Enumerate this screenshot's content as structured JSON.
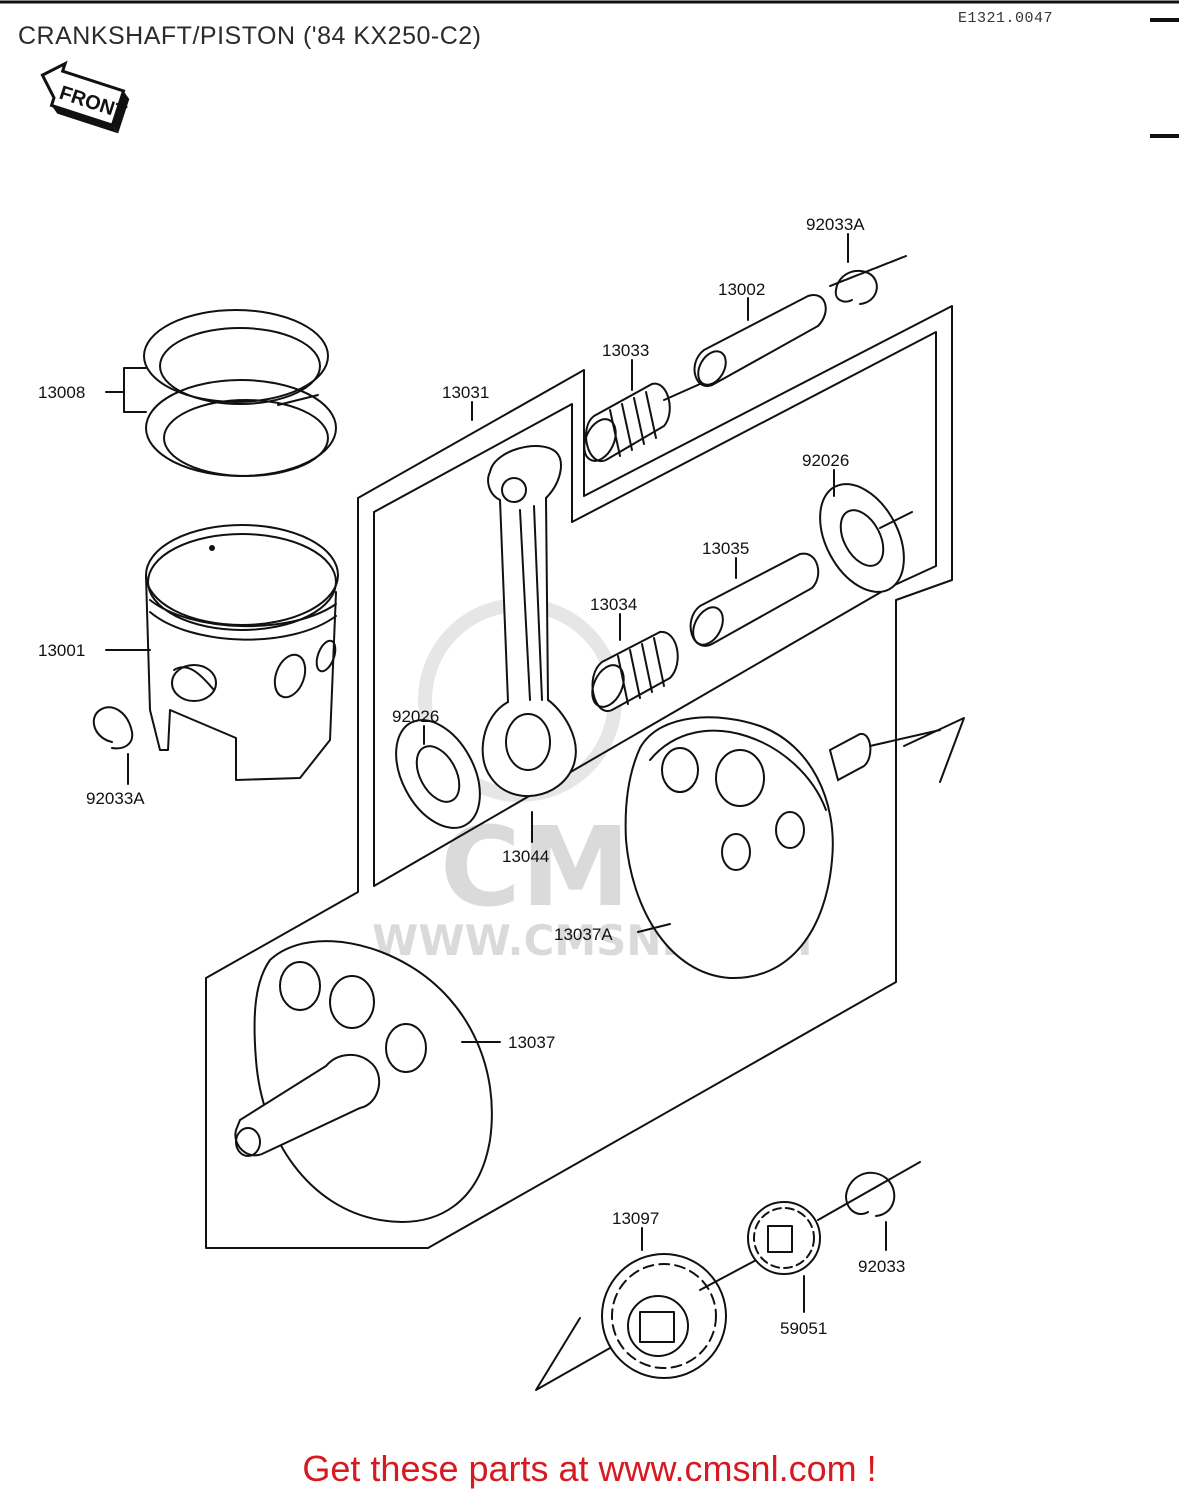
{
  "page": {
    "title": "CRANKSHAFT/PISTON ('84 KX250-C2)",
    "code": "E1321.0047",
    "front_label": "FRONT",
    "watermark": {
      "brand": "CMS",
      "url": "WWW.CMSNL.COM"
    },
    "footer": "Get these parts at www.cmsnl.com !"
  },
  "parts": {
    "p92033A_top": "92033A",
    "p13002": "13002",
    "p13033": "13033",
    "p13008": "13008",
    "p13031": "13031",
    "p92026_right": "92026",
    "p13035": "13035",
    "p13034": "13034",
    "p13001": "13001",
    "p92026_left": "92026",
    "p92033A_left": "92033A",
    "p13044": "13044",
    "p13037A": "13037A",
    "p13037": "13037",
    "p13097": "13097",
    "p92033": "92033",
    "p59051": "59051"
  }
}
